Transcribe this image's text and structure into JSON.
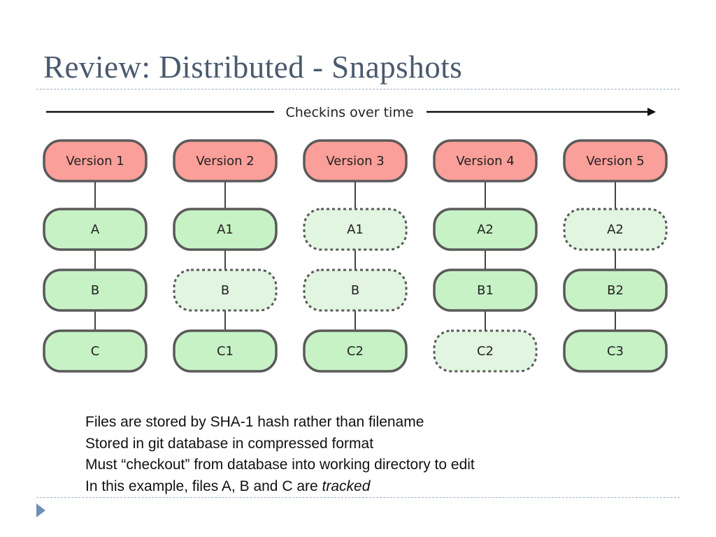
{
  "slide": {
    "title": "Review: Distributed - Snapshots"
  },
  "diagram": {
    "axis_label": "Checkins over time",
    "colors": {
      "version_fill": "#fa9f99",
      "file_fill": "#c7f2c6",
      "file_unchanged_fill": "#e1f5e0",
      "border": "#5a5a5a",
      "connector": "#444444"
    },
    "versions": [
      {
        "label": "Version 1",
        "files": [
          {
            "name": "A",
            "changed": true
          },
          {
            "name": "B",
            "changed": true
          },
          {
            "name": "C",
            "changed": true
          }
        ]
      },
      {
        "label": "Version 2",
        "files": [
          {
            "name": "A1",
            "changed": true
          },
          {
            "name": "B",
            "changed": false
          },
          {
            "name": "C1",
            "changed": true
          }
        ]
      },
      {
        "label": "Version 3",
        "files": [
          {
            "name": "A1",
            "changed": false
          },
          {
            "name": "B",
            "changed": false
          },
          {
            "name": "C2",
            "changed": true
          }
        ]
      },
      {
        "label": "Version 4",
        "files": [
          {
            "name": "A2",
            "changed": true
          },
          {
            "name": "B1",
            "changed": true
          },
          {
            "name": "C2",
            "changed": false
          }
        ]
      },
      {
        "label": "Version 5",
        "files": [
          {
            "name": "A2",
            "changed": false
          },
          {
            "name": "B2",
            "changed": true
          },
          {
            "name": "C3",
            "changed": true
          }
        ]
      }
    ]
  },
  "notes": {
    "line1": "Files are stored by SHA-1 hash rather than filename",
    "line2": "Stored in git database in compressed format",
    "line3": "Must “checkout” from database into working directory to edit",
    "line4_prefix": "In this example, files A, B and C are ",
    "line4_emphasis": "tracked"
  },
  "navigation": {
    "icon": "triangle-right-icon",
    "color": "#6f8fb8"
  }
}
